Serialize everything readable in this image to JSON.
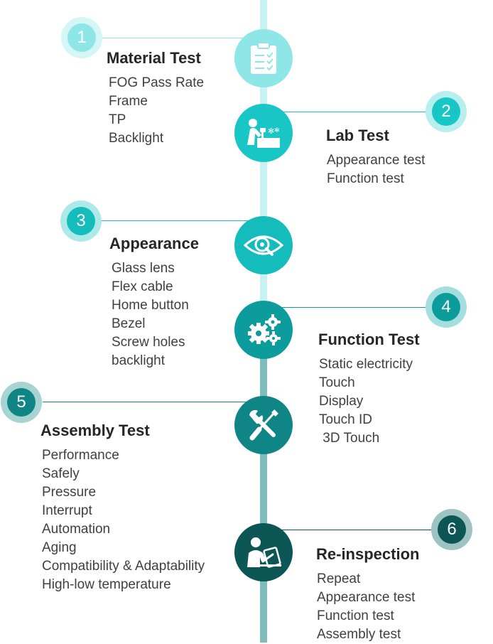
{
  "colors": {
    "step1": "#8ee6e6",
    "step2": "#18c6c6",
    "step3": "#14bcbc",
    "step4": "#0d9c9c",
    "step5": "#0f8585",
    "step6": "#0c5656",
    "track_light": "#c8f2f2",
    "track_dark": "#7fbcbc"
  },
  "steps": [
    {
      "number": "1",
      "title": "Material Test",
      "icon": "clipboard-checklist-icon",
      "items": [
        "FOG Pass Rate",
        "Frame",
        "TP",
        "Backlight"
      ]
    },
    {
      "number": "2",
      "title": "Lab Test",
      "icon": "lab-worker-microscope-icon",
      "items": [
        "Appearance test",
        "Function test"
      ]
    },
    {
      "number": "3",
      "title": "Appearance",
      "icon": "eye-inspection-icon",
      "items": [
        "Glass lens",
        "Flex cable",
        "Home button",
        "Bezel",
        "Screw holes",
        "backlight"
      ]
    },
    {
      "number": "4",
      "title": "Function Test",
      "icon": "gears-icon",
      "items": [
        "Static electricity",
        "Touch",
        "Display",
        "Touch ID",
        " 3D Touch"
      ]
    },
    {
      "number": "5",
      "title": "Assembly Test",
      "icon": "wrench-screwdriver-icon",
      "items": [
        "Performance",
        "Safely",
        "Pressure",
        "Interrupt",
        "Automation",
        "Aging",
        "Compatibility & Adaptability",
        "High-low temperature"
      ]
    },
    {
      "number": "6",
      "title": "Re-inspection",
      "icon": "person-writing-clipboard-icon",
      "items": [
        "Repeat",
        "Appearance test",
        "Function test",
        "Assembly test"
      ]
    }
  ]
}
